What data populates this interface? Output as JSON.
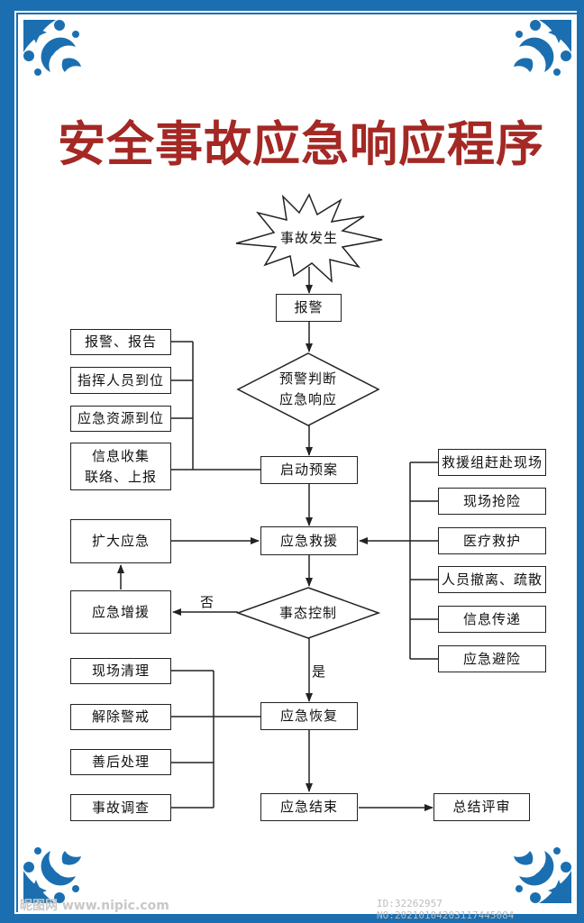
{
  "title": "安全事故应急响应程序",
  "nodes": {
    "start": "事故发生",
    "report": "报警",
    "judge_line1": "预警判断",
    "judge_line2": "应急响应",
    "launch": "启动预案",
    "rescue": "应急救援",
    "control": "事态控制",
    "recover": "应急恢复",
    "end": "应急结束",
    "review": "总结评审"
  },
  "left_top_items": [
    "报警、报告",
    "指挥人员到位",
    "应急资源到位"
  ],
  "left_info_line1": "信息收集",
  "left_info_line2": "联络、上报",
  "expand": "扩大应急",
  "reinforce": "应急增援",
  "edge_no": "否",
  "edge_yes": "是",
  "right_items": [
    "救援组赶赴现场",
    "现场抢险",
    "医疗救护",
    "人员撤离、疏散",
    "信息传递",
    "应急避险"
  ],
  "bottom_left_items": [
    "现场清理",
    "解除警戒",
    "善后处理",
    "事故调查"
  ],
  "watermark": {
    "site": "昵图网 www.nipic.com",
    "id": "ID:32262957 NO:20210104203117445084"
  },
  "colors": {
    "frame": "#1b6fb0",
    "title": "#a42824",
    "ornament": "#1b6fb0"
  }
}
